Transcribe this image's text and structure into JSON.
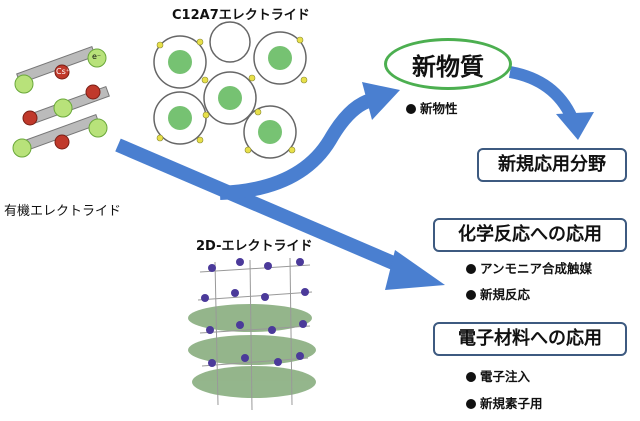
{
  "labels": {
    "c12a7": "C12A7エレクトライド",
    "organic": "有機エレクトライド",
    "twod": "2D-エレクトライド"
  },
  "new_material": {
    "title": "新物質",
    "bullets": [
      "新物性"
    ]
  },
  "boxes": {
    "new_fields": "新規応用分野",
    "chem": {
      "title": "化学反応への応用",
      "bullets": [
        "アンモニア合成触媒",
        "新規反応"
      ]
    },
    "electronic": {
      "title": "電子材料への応用",
      "bullets": [
        "電子注入",
        "新規素子用"
      ]
    }
  },
  "organic_ions": {
    "electron": "e⁻",
    "cation": "Cs⁺"
  },
  "colors": {
    "arrow_blue": "#4a7fd0",
    "box_border": "#3d5a80",
    "ellipse_border": "#4caf50",
    "cage_green": "#5fb85a",
    "atom_yellow": "#e8e04a",
    "atom_purple": "#4b3a9a",
    "sheet_green": "#3d7a2e"
  },
  "icons": [
    "organic-electride-structure",
    "c12a7-cage-structure",
    "2d-electride-layers"
  ]
}
